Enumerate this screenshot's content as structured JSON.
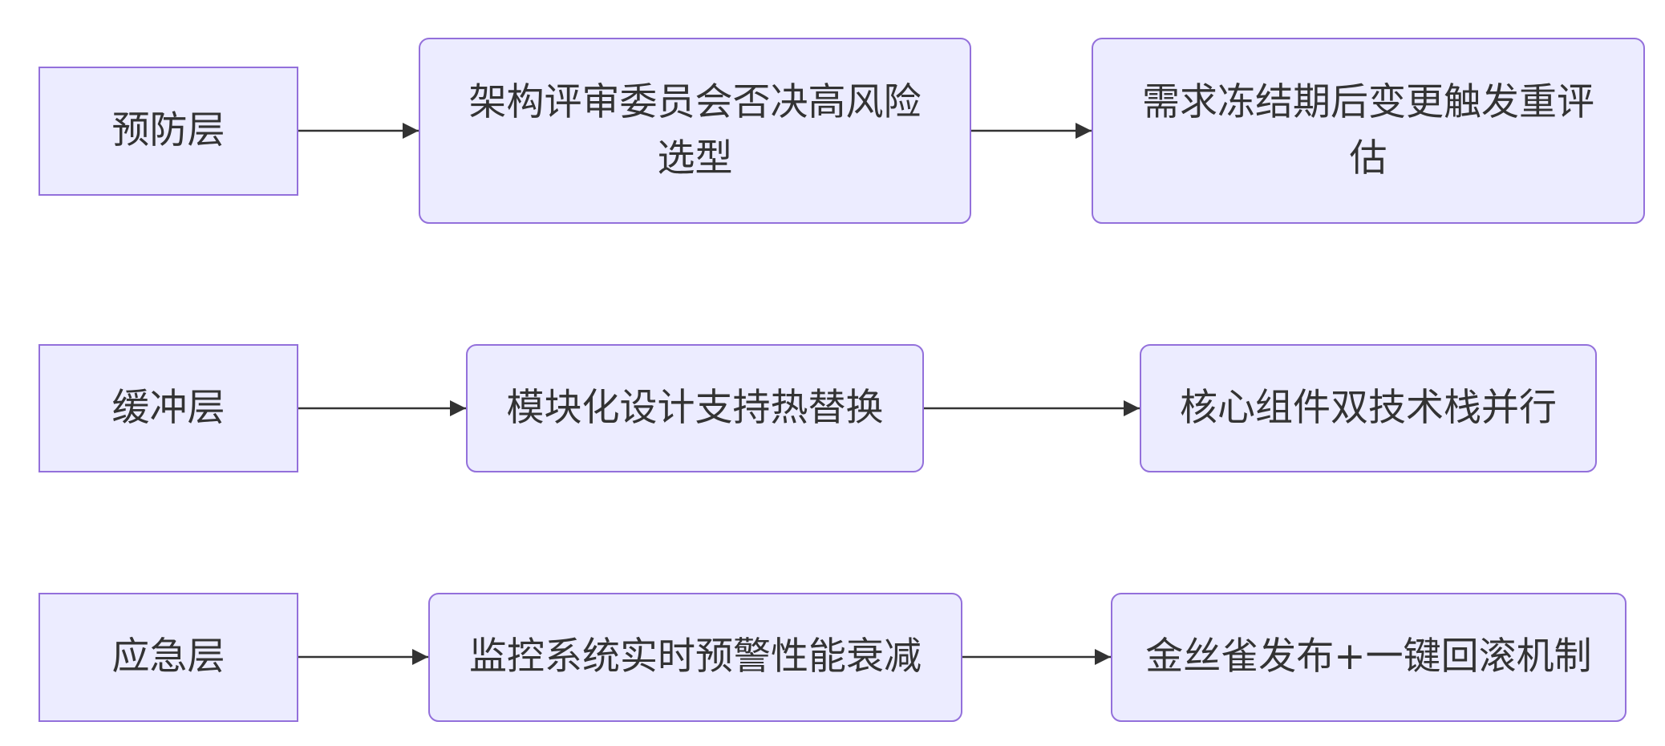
{
  "diagram": {
    "rows": [
      {
        "layer": "预防层",
        "steps": [
          "架构评审委员会否决高风险选型",
          "需求冻结期后变更触发重评估"
        ]
      },
      {
        "layer": "缓冲层",
        "steps": [
          "模块化设计支持热替换",
          "核心组件双技术栈并行"
        ]
      },
      {
        "layer": "应急层",
        "steps": [
          "监控系统实时预警性能衰减",
          "金丝雀发布+一键回滚机制"
        ]
      }
    ]
  },
  "colors": {
    "node_fill": "#ECECFF",
    "node_stroke": "#9370DB",
    "edge": "#333333",
    "text": "#333333"
  }
}
